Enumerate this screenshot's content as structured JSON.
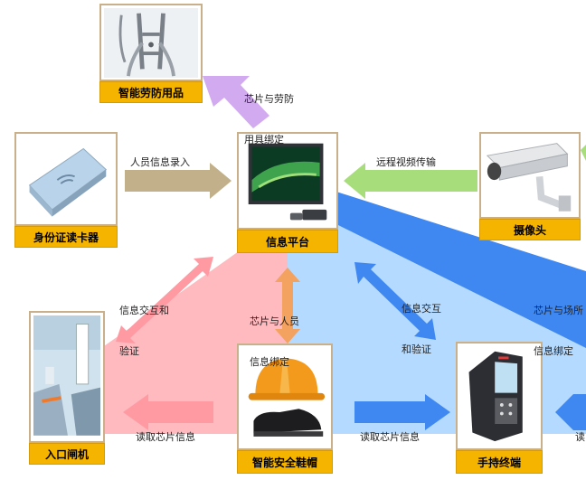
{
  "nodes": {
    "ppe": "智能劳防用品",
    "id_reader": "身份证读卡器",
    "platform": "信息平台",
    "camera": "摄像头",
    "gate": "入口闸机",
    "helmet": "智能安全鞋帽",
    "handheld": "手持终端"
  },
  "annotations": {
    "chip_ppe_bind_1": "芯片与劳防",
    "chip_ppe_bind_2": "用具绑定",
    "person_entry": "人员信息录入",
    "video_transfer": "远程视频传输",
    "interact_left_1": "信息交互和",
    "interact_left_2": "验证",
    "chip_person_bind_1": "芯片与人员",
    "chip_person_bind_2": "信息绑定",
    "interact_right_1": "信息交互",
    "interact_right_2": "和验证",
    "chip_site_bind_1": "芯片与场所",
    "chip_site_bind_2": "信息绑定",
    "read_chip_left": "读取芯片信息",
    "read_chip_mid": "读取芯片信息",
    "read_chip_right": "读"
  },
  "colors": {
    "label_bg": "#f5b400",
    "node_border": "#c9b08a",
    "pink_region": "#ffb3b8",
    "blue_region": "#a8d4ff",
    "blue_band": "#3f88f2",
    "tan_arrow": "#c2b08a",
    "green_arrow": "#a8dd7c",
    "purple_arrow": "#d2aaf0"
  }
}
